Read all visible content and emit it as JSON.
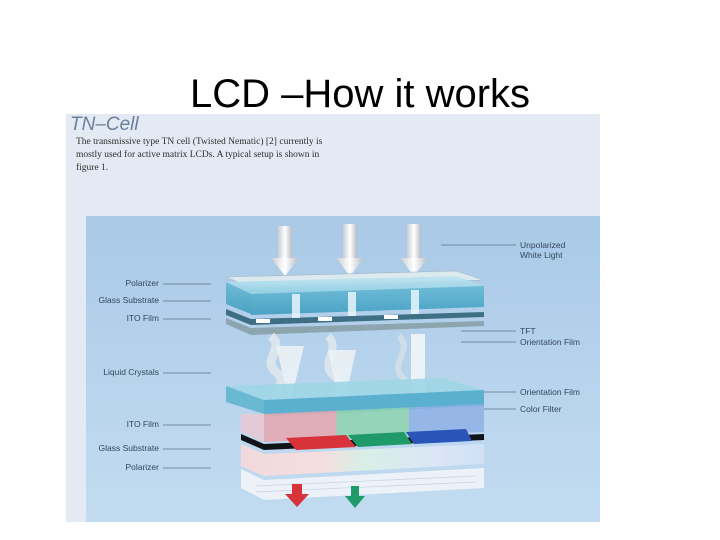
{
  "slide": {
    "title": "LCD –How it works"
  },
  "figure": {
    "heading": "TN–Cell",
    "caption": "The transmissive type TN cell (Twisted Nematic) [2] currently is mostly used for active matrix LCDs. A typical setup is shown in figure 1.",
    "labels_left": [
      "Polarizer",
      "Glass Substrate",
      "ITO Film",
      "Liquid Crystals",
      "ITO Film",
      "Glass Substrate",
      "Polarizer"
    ],
    "labels_right": [
      "Unpolarized White Light",
      "TFT",
      "Orientation Film",
      "Orientation Film",
      "Color Filter"
    ],
    "colors": {
      "background": "#e3eaf3",
      "diagram_bg": "#b4d1eb",
      "glass": "#7fc6de",
      "red": "#d8323a",
      "green": "#1f9a68",
      "blue": "#2a55b8"
    }
  }
}
